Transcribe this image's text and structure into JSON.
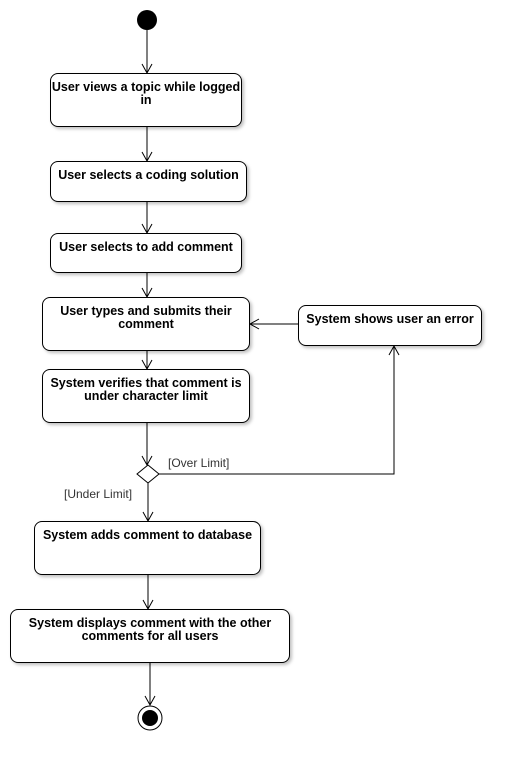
{
  "activities": {
    "view_topic": "User views a topic while logged in",
    "select_solution": "User selects a coding solution",
    "select_add_comment": "User selects to add comment",
    "type_submit": "User types and submits their comment",
    "verify_limit": "System verifies that comment is under character limit",
    "show_error": "System shows user an error",
    "add_to_db": "System adds comment to database",
    "display_comment": "System displays comment with the other comments for all users"
  },
  "guards": {
    "over_limit": "[Over Limit]",
    "under_limit": "[Under Limit]"
  },
  "colors": {
    "stroke": "#000000",
    "fill": "#ffffff"
  }
}
